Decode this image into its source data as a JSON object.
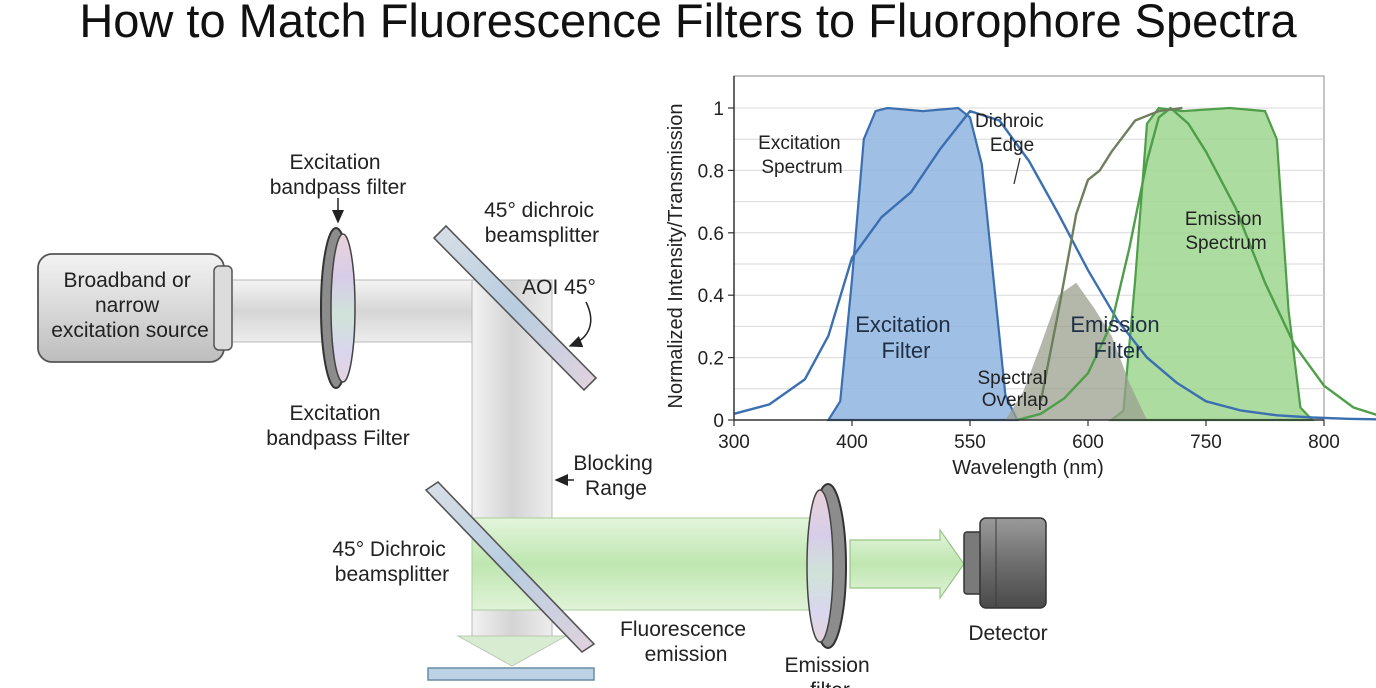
{
  "title": "How to Match Fluorescence Filters to Fluorophore Spectra",
  "diagram": {
    "source": [
      "Broadband or",
      "narrow",
      "excitation source"
    ],
    "excitation_filter_top": [
      "Excitation",
      "bandpass filter"
    ],
    "excitation_filter_bottom": [
      "Excitation",
      "bandpass Filter"
    ],
    "dichroic_top": [
      "45° dichroic",
      "beamsplitter"
    ],
    "aoi": "AOI 45°",
    "blocking_range": [
      "Blocking",
      "Range"
    ],
    "dichroic_bottom": [
      "45° Dichroic",
      "beamsplitter"
    ],
    "fluorescence_emission": [
      "Fluorescence",
      "emission"
    ],
    "emission_filter": [
      "Emission",
      "filter"
    ],
    "detector": "Detector"
  },
  "chart_data": {
    "type": "area",
    "xlabel": "Wavelength (nm)",
    "ylabel": "Normalized Intensity/Transmission",
    "x_ticks": [
      "300",
      "400",
      "550",
      "600",
      "750",
      "800"
    ],
    "y_ticks": [
      "0",
      "0.2",
      "0.4",
      "0.6",
      "0.8",
      "1"
    ],
    "ylim": [
      0,
      1
    ],
    "grid": true,
    "annotations": {
      "excitation_spectrum": [
        "Excitation",
        "Spectrum"
      ],
      "dichroic_edge": [
        "Dichroic",
        "Edge"
      ],
      "emission_spectrum": [
        "Emission",
        "Spectrum"
      ],
      "excitation_filter": [
        "Excitation",
        "Filter"
      ],
      "emission_filter": [
        "Emission",
        "Filter"
      ],
      "spectral_overlap": [
        "Spectral",
        "Overlap"
      ]
    },
    "colors": {
      "excitation": "#3b6fb0",
      "excitation_fill": "#8fb4e0",
      "emission": "#4e9e4a",
      "emission_fill": "#9fd68f",
      "dichroic": "#6f7f5e",
      "overlap": "#9aa08f"
    },
    "series": [
      {
        "key": "excitation_spectrum",
        "x": [
          0,
          0.3,
          0.6,
          0.8,
          1.0,
          1.25,
          1.5,
          1.75,
          2.0,
          2.25,
          2.5,
          2.75,
          3.0,
          3.25,
          3.5,
          3.75,
          4.0,
          4.3,
          4.6,
          4.9,
          5.2,
          5.5
        ],
        "y": [
          0.02,
          0.05,
          0.13,
          0.27,
          0.52,
          0.65,
          0.73,
          0.87,
          0.99,
          0.96,
          0.83,
          0.66,
          0.48,
          0.32,
          0.2,
          0.12,
          0.06,
          0.03,
          0.015,
          0.008,
          0.004,
          0.002
        ]
      },
      {
        "key": "excitation_filter",
        "x": [
          0.8,
          0.9,
          1.0,
          1.1,
          1.2,
          1.3,
          1.6,
          1.9,
          2.0,
          2.1,
          2.2,
          2.3,
          2.4
        ],
        "y": [
          0.0,
          0.06,
          0.45,
          0.9,
          0.99,
          1.0,
          0.99,
          1.0,
          0.97,
          0.82,
          0.45,
          0.08,
          0.0
        ]
      },
      {
        "key": "dichroic_edge",
        "x": [
          2.6,
          2.75,
          2.9,
          3.0,
          3.1,
          3.2,
          3.4,
          3.6,
          3.8
        ],
        "y": [
          0.06,
          0.35,
          0.66,
          0.77,
          0.8,
          0.86,
          0.96,
          0.99,
          1.0
        ]
      },
      {
        "key": "emission_spectrum",
        "x": [
          2.4,
          2.6,
          2.8,
          3.0,
          3.2,
          3.35,
          3.5,
          3.6,
          3.7,
          3.85,
          4.0,
          4.25,
          4.5,
          4.75,
          5.0,
          5.25,
          5.5
        ],
        "y": [
          0.0,
          0.02,
          0.07,
          0.15,
          0.31,
          0.55,
          0.83,
          0.97,
          1.0,
          0.95,
          0.86,
          0.68,
          0.44,
          0.24,
          0.11,
          0.04,
          0.01
        ]
      },
      {
        "key": "emission_filter",
        "x": [
          3.2,
          3.3,
          3.4,
          3.5,
          3.6,
          3.8,
          4.2,
          4.5,
          4.6,
          4.7,
          4.8,
          4.9
        ],
        "y": [
          0.0,
          0.03,
          0.45,
          0.95,
          1.0,
          0.99,
          1.0,
          0.99,
          0.9,
          0.35,
          0.04,
          0.0
        ]
      }
    ],
    "overlap_region": {
      "x": [
        2.3,
        2.45,
        2.6,
        2.75,
        2.9,
        3.05,
        3.2,
        3.35,
        3.5
      ],
      "y": [
        0.0,
        0.09,
        0.24,
        0.4,
        0.44,
        0.36,
        0.27,
        0.12,
        0.0
      ]
    }
  }
}
